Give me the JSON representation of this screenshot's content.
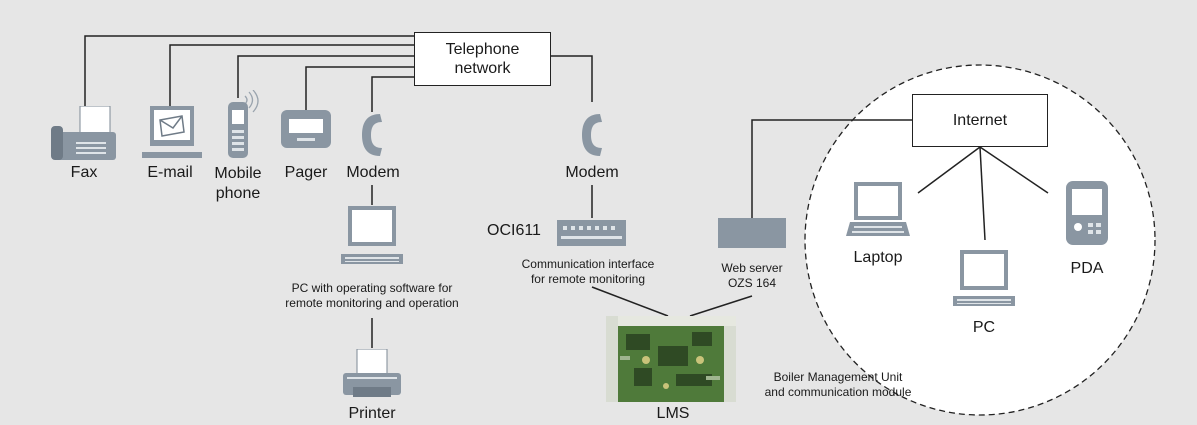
{
  "telephone_network": "Telephone\nnetwork",
  "internet": "Internet",
  "devices": {
    "fax": "Fax",
    "email": "E-mail",
    "mobile_phone": "Mobile\nphone",
    "pager": "Pager",
    "modem_left": "Modem",
    "modem_right": "Modem"
  },
  "pc_operating": "PC with operating software for\nremote monitoring and operation",
  "printer": "Printer",
  "oci611": "OCI611",
  "comm_interface": "Communication interface\nfor remote monitoring",
  "web_server": "Web server\nOZS 164",
  "lms": "LMS",
  "boiler_unit": "Boiler Management Unit\nand communication module",
  "laptop": "Laptop",
  "pc": "PC",
  "pda": "PDA"
}
